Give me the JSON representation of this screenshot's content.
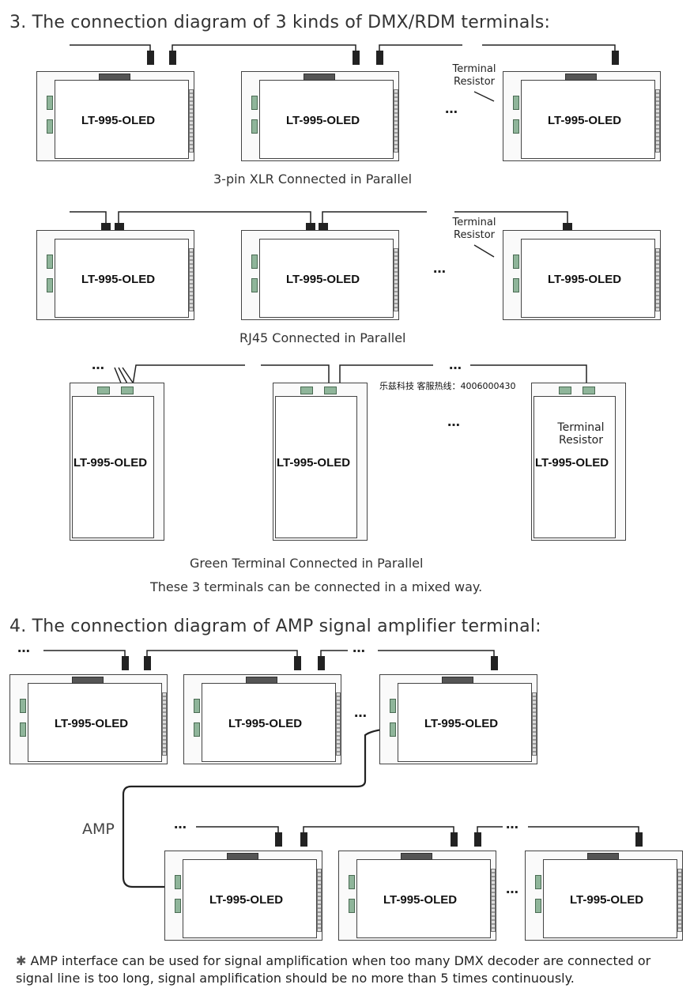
{
  "section3": {
    "heading": "3. The connection diagram of 3 kinds of DMX/RDM terminals:",
    "device_label": "LT-995-OLED",
    "row_xlr_caption": "3-pin XLR Connected in Parallel",
    "row_rj45_caption": "RJ45 Connected in Parallel",
    "row_green_caption": "Green Terminal Connected in Parallel",
    "mixed_note": "These 3 terminals can be connected in a mixed way.",
    "terminal_resistor": "Terminal\nResistor",
    "continuation": "…",
    "watermark": "乐兹科技 客服热线：4006000430"
  },
  "section4": {
    "heading": "4. The connection diagram of AMP signal amplifier terminal:",
    "device_label": "LT-995-OLED",
    "amp_label": "AMP",
    "footnote_marker": "✱",
    "footnote": "AMP interface can be used for signal amplification when too many DMX decoder are connected or signal line is too long, signal amplification should be no more than 5 times continuously."
  }
}
